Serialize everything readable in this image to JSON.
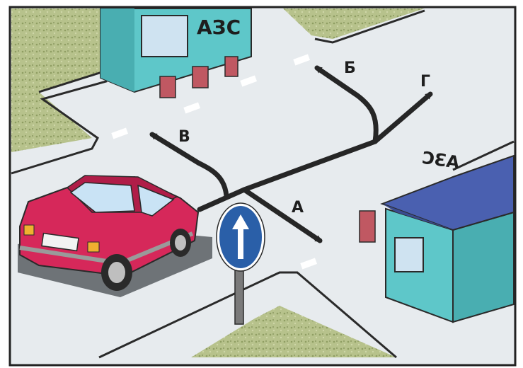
{
  "signs": {
    "gas_station_top": "АЗС",
    "gas_station_right": "АЗС"
  },
  "route_labels": {
    "a": "А",
    "b": "Б",
    "v": "В",
    "g": "Г"
  },
  "colors": {
    "road": "#e7ebee",
    "grass": "#b7c28c",
    "building_wall": "#5ec7c9",
    "roof": "#4a60b0",
    "car": "#d6285a",
    "arrow": "#262626",
    "sign_blue": "#2a5fa8",
    "frame": "#222222"
  },
  "icons": {
    "traffic_sign": "straight-only-arrow-icon"
  }
}
